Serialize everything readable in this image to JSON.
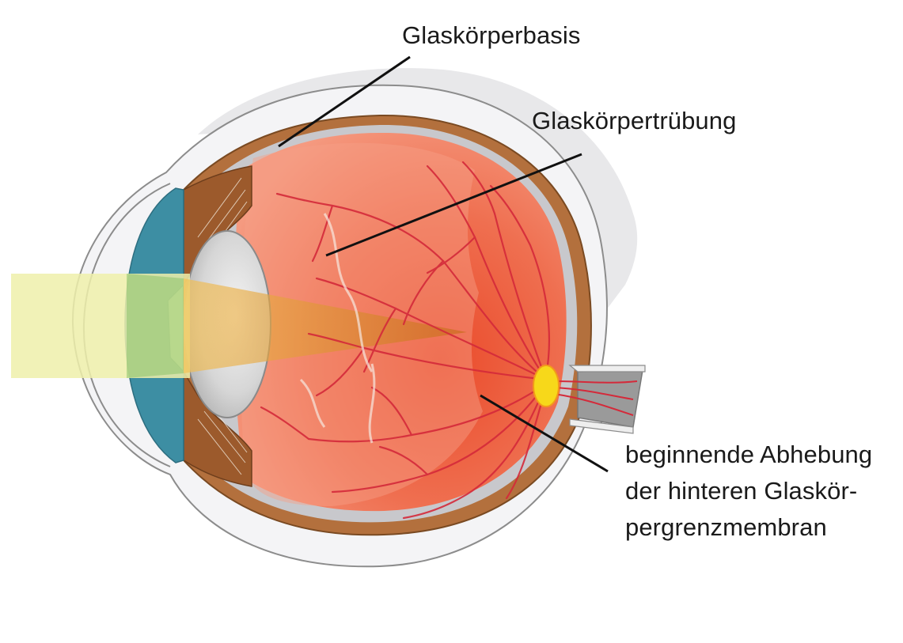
{
  "labels": {
    "glaskoerperbasis": "Glaskörperbasis",
    "glaskoerpertruebung": "Glaskörpertrübung",
    "abhebung": [
      "beginnende Abhebung",
      "der hinteren Glaskör-",
      "pergrenzmembran"
    ]
  },
  "colors": {
    "sclera": "#f2f2f4",
    "choroid": "#b06a38",
    "vitreous": "#ef6a4c",
    "cornea": "#3f8fa2",
    "lens": "#d9d9d9",
    "light_beam": "#eef0a6",
    "vessel": "#d42a3a",
    "optic_disc": "#f7d81a",
    "leader_line": "#111111"
  },
  "icons": [
    "eye-cross-section-illustration"
  ]
}
